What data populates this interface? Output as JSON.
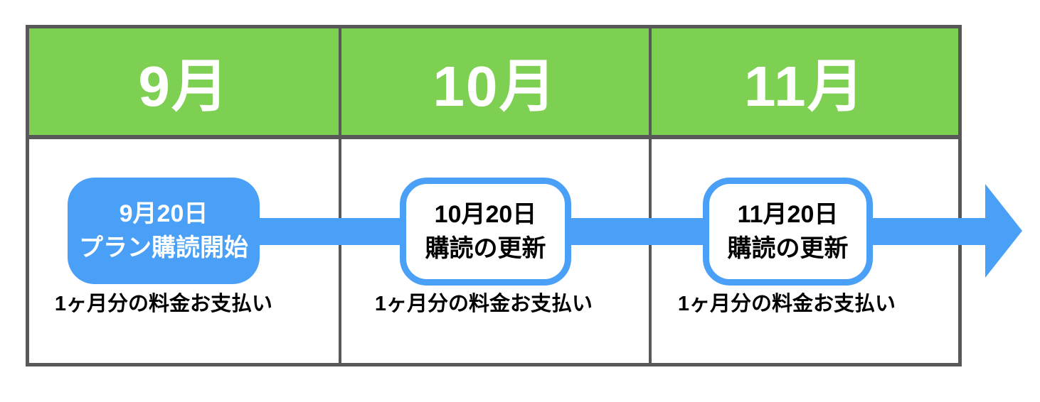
{
  "timeline": {
    "months": [
      {
        "header": "9月",
        "box": {
          "line1": "9月20日",
          "line2": "プラン購読開始",
          "style": "filled"
        },
        "caption": "1ヶ月分の料金お支払い"
      },
      {
        "header": "10月",
        "box": {
          "line1": "10月20日",
          "line2": "購読の更新",
          "style": "outlined"
        },
        "caption": "1ヶ月分の料金お支払い"
      },
      {
        "header": "11月",
        "box": {
          "line1": "11月20日",
          "line2": "購読の更新",
          "style": "outlined"
        },
        "caption": "1ヶ月分の料金お支払い"
      }
    ],
    "colors": {
      "header_green": "#7ED052",
      "arrow_blue": "#4AA0F6",
      "border_gray": "#58585A",
      "header_text": "#FFFFFF",
      "body_text": "#000000"
    }
  }
}
